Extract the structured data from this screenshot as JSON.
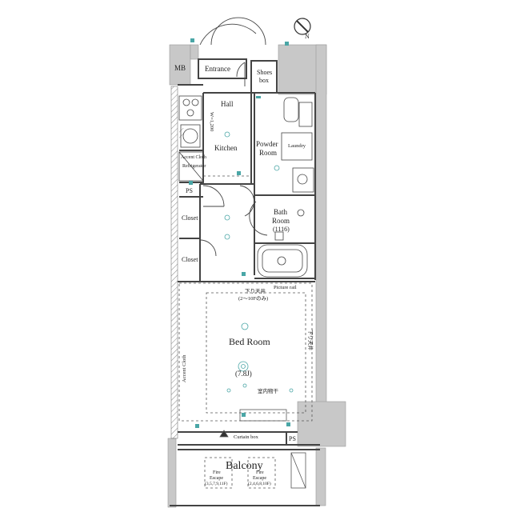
{
  "compass": {
    "north": "N"
  },
  "rooms": {
    "mb": "MB",
    "entrance": "Entrance",
    "shoes_box_line1": "Shoes",
    "shoes_box_line2": "box",
    "hall": "Hall",
    "kitchen": "Kitchen",
    "kitchen_width": "W=1,200",
    "accent_cloth": "Accent Cloth",
    "refrigerator": "Refrigerator",
    "powder_line1": "Powder",
    "powder_line2": "Room",
    "laundry": "Laundry",
    "ps_upper": "PS",
    "bath_line1": "Bath",
    "bath_line2": "Room",
    "bath_size": "(1116)",
    "closet_1": "Closet",
    "closet_2": "Closet",
    "picture_rail": "Picture rail",
    "ceiling_note": "下り天井",
    "ceiling_floors": "(2～10Fのみ)",
    "ceiling_side": "下り天井",
    "accent_cloth_side": "Accent Cloth",
    "bedroom": "Bed Room",
    "bedroom_size": "(7.8J)",
    "indoor_drying": "室内物干",
    "curtain_box": "Curtain box",
    "ps_lower": "PS",
    "balcony": "Balcony",
    "fire_escape_1_line1": "Fire",
    "fire_escape_1_line2": "Escape",
    "fire_escape_1_line3": "(3,5,7,9,11F)",
    "fire_escape_2_line1": "Fire",
    "fire_escape_2_line2": "Escape",
    "fire_escape_2_line3": "(2,4,6,8,10F)"
  }
}
